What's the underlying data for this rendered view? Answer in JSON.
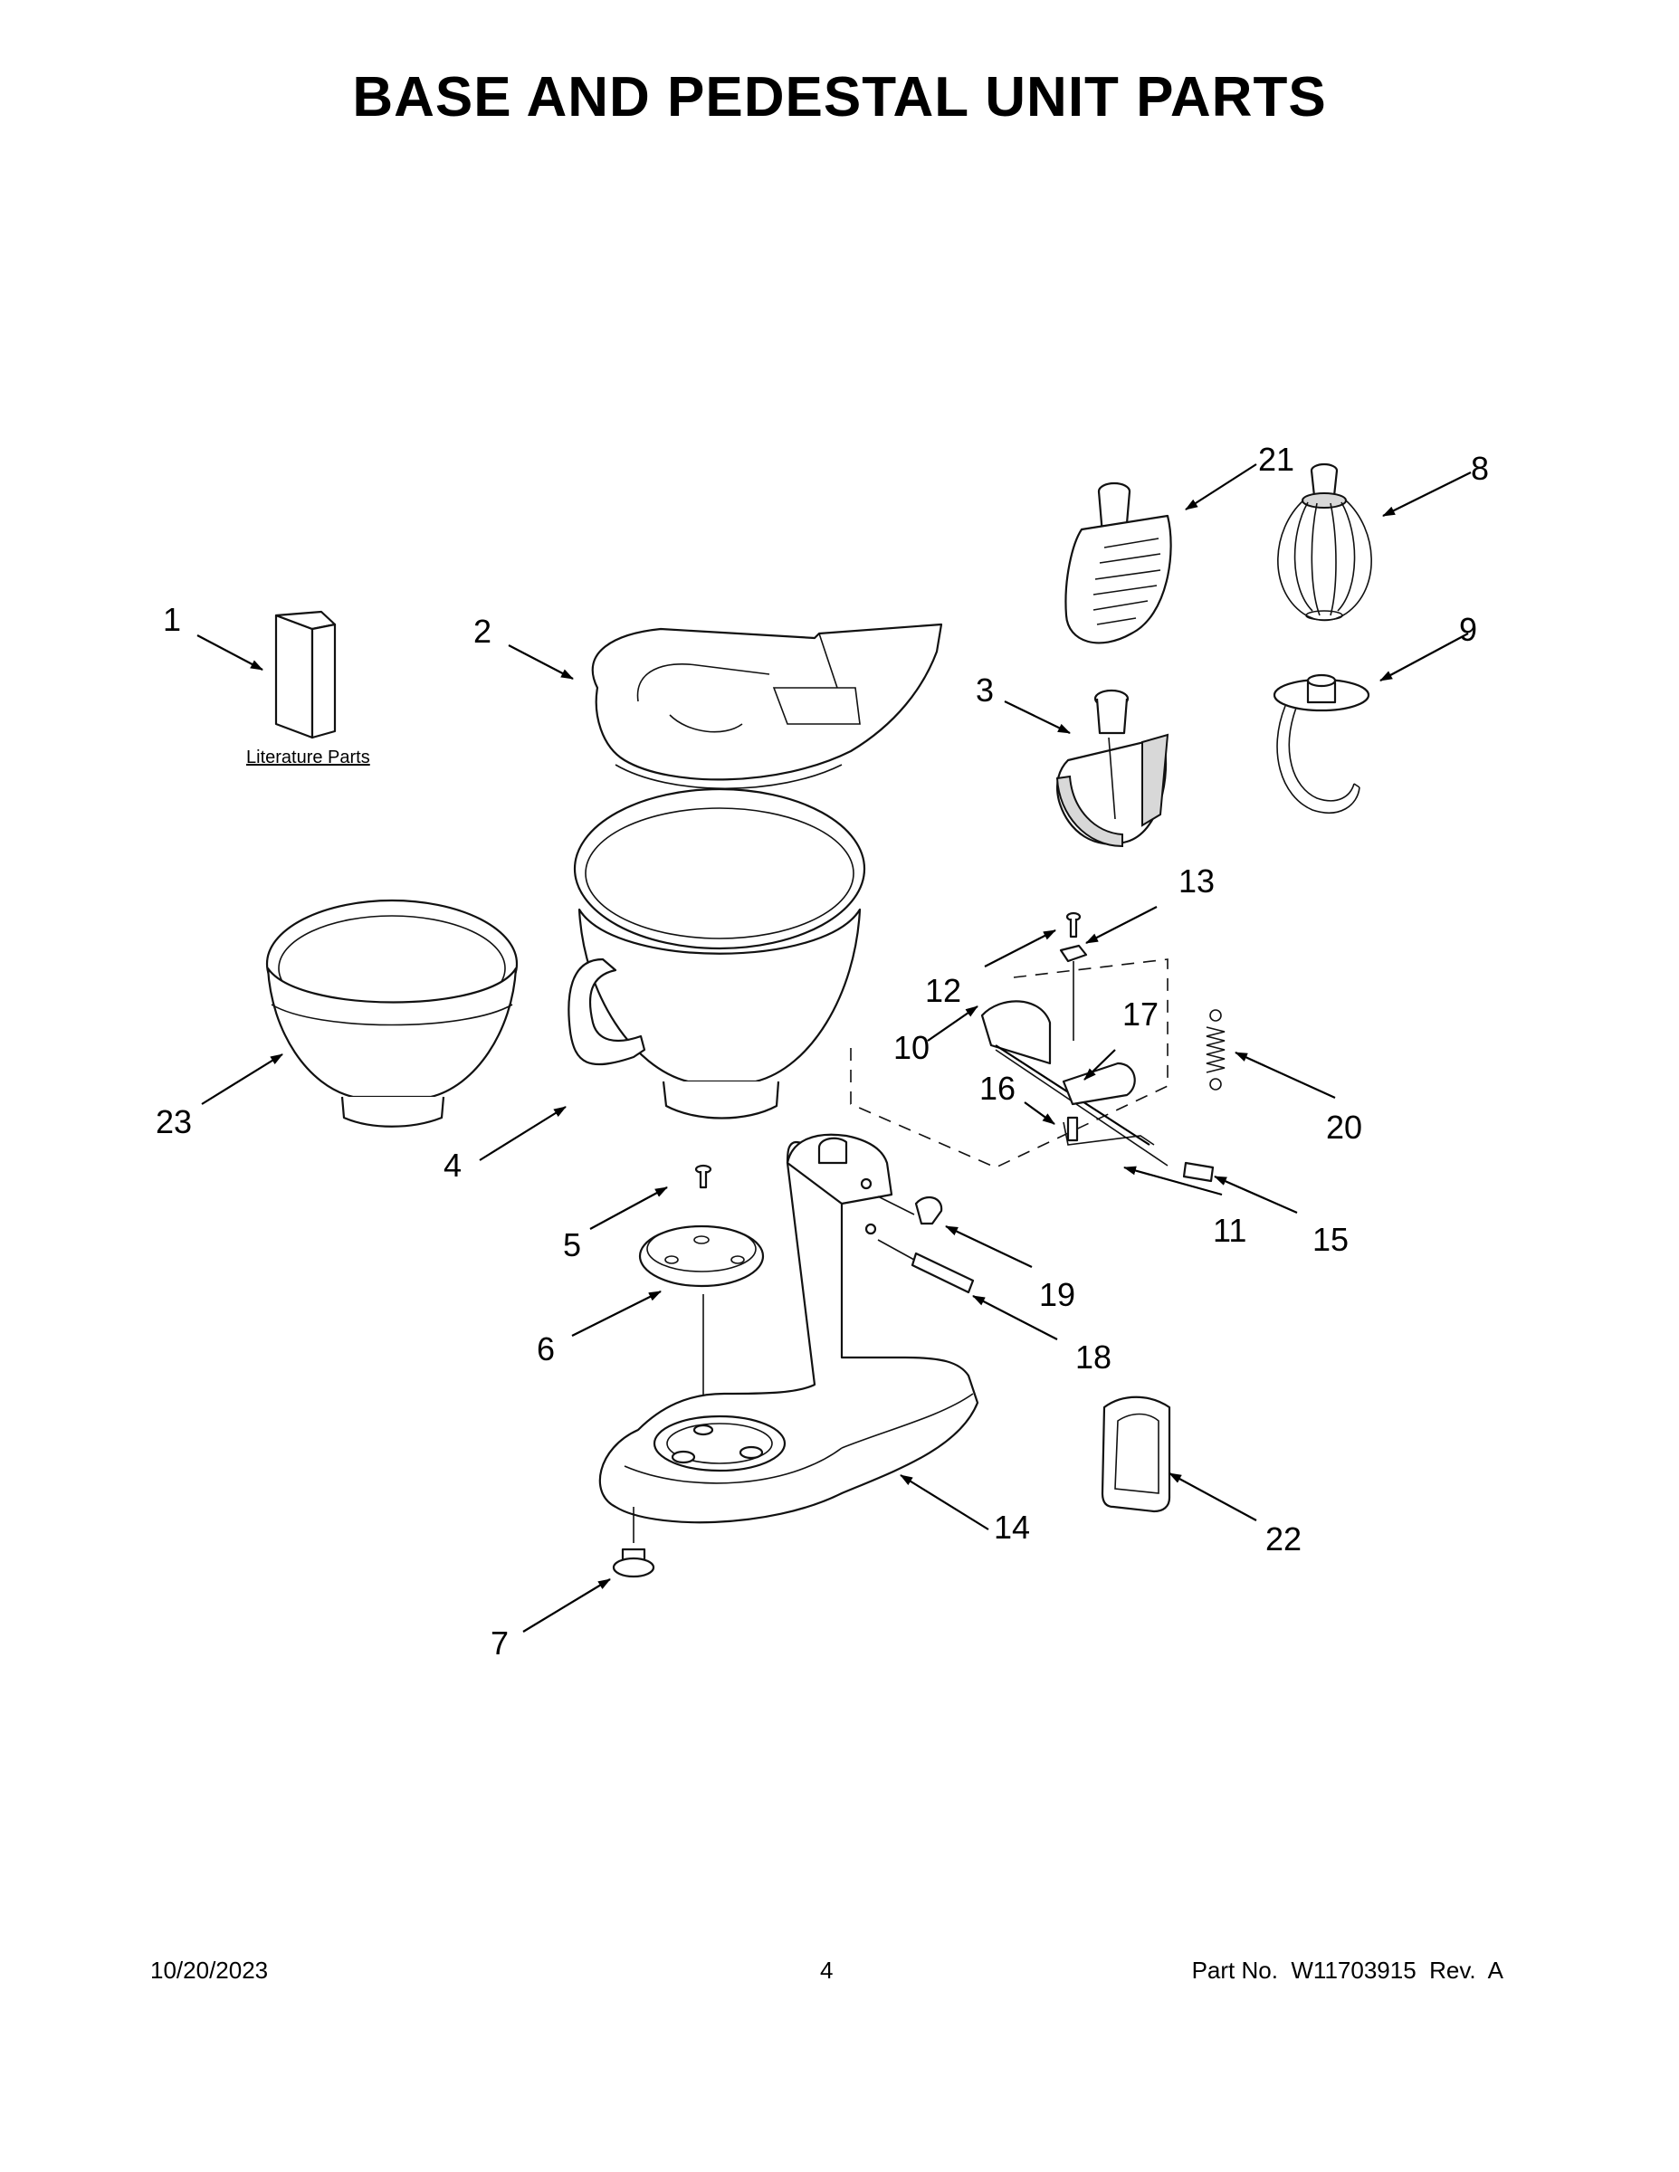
{
  "title": "BASE AND PEDESTAL UNIT PARTS",
  "literature_label": "Literature Parts",
  "callouts": [
    "1",
    "2",
    "3",
    "4",
    "5",
    "6",
    "7",
    "8",
    "9",
    "10",
    "11",
    "12",
    "13",
    "14",
    "15",
    "16",
    "17",
    "18",
    "19",
    "20",
    "21",
    "22",
    "23"
  ],
  "footer": {
    "date": "10/20/2023",
    "page": "4",
    "part": "Part No.  W11703915  Rev.  A"
  }
}
